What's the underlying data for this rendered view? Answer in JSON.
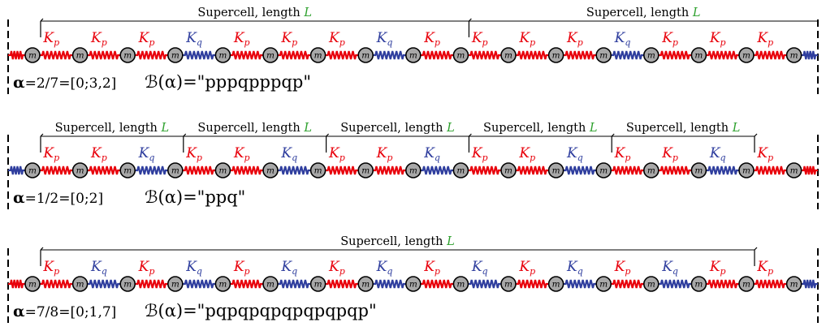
{
  "colors": {
    "kp": "#e8000b",
    "kq": "#2f3e9e",
    "mass_fill": "#a8a8a8",
    "line": "#000000",
    "L": "#2ca02c"
  },
  "labels": {
    "mass": "m",
    "kp_base": "K",
    "kp_sub": "p",
    "kq_base": "K",
    "kq_sub": "q",
    "supercell_text": "Supercell, length ",
    "supercell_L": "L",
    "bfunc": "ℬ(α)=",
    "alpha_symbol": "α"
  },
  "rows": [
    {
      "alpha_text": "=2/7=[0;3,2]",
      "word": "pppqpppqp",
      "word_display": "\"pppqpppqp\"",
      "supercells": 2
    },
    {
      "alpha_text": "=1/2=[0;2]",
      "word": "ppq",
      "word_display": "\"ppq\"",
      "supercells": 5
    },
    {
      "alpha_text": "=7/8=[0;1,7]",
      "word": "pqpqpqpqpqpqpqp",
      "word_display": "\"pqpqpqpqpqpqpqp\"",
      "supercells": 1
    }
  ]
}
